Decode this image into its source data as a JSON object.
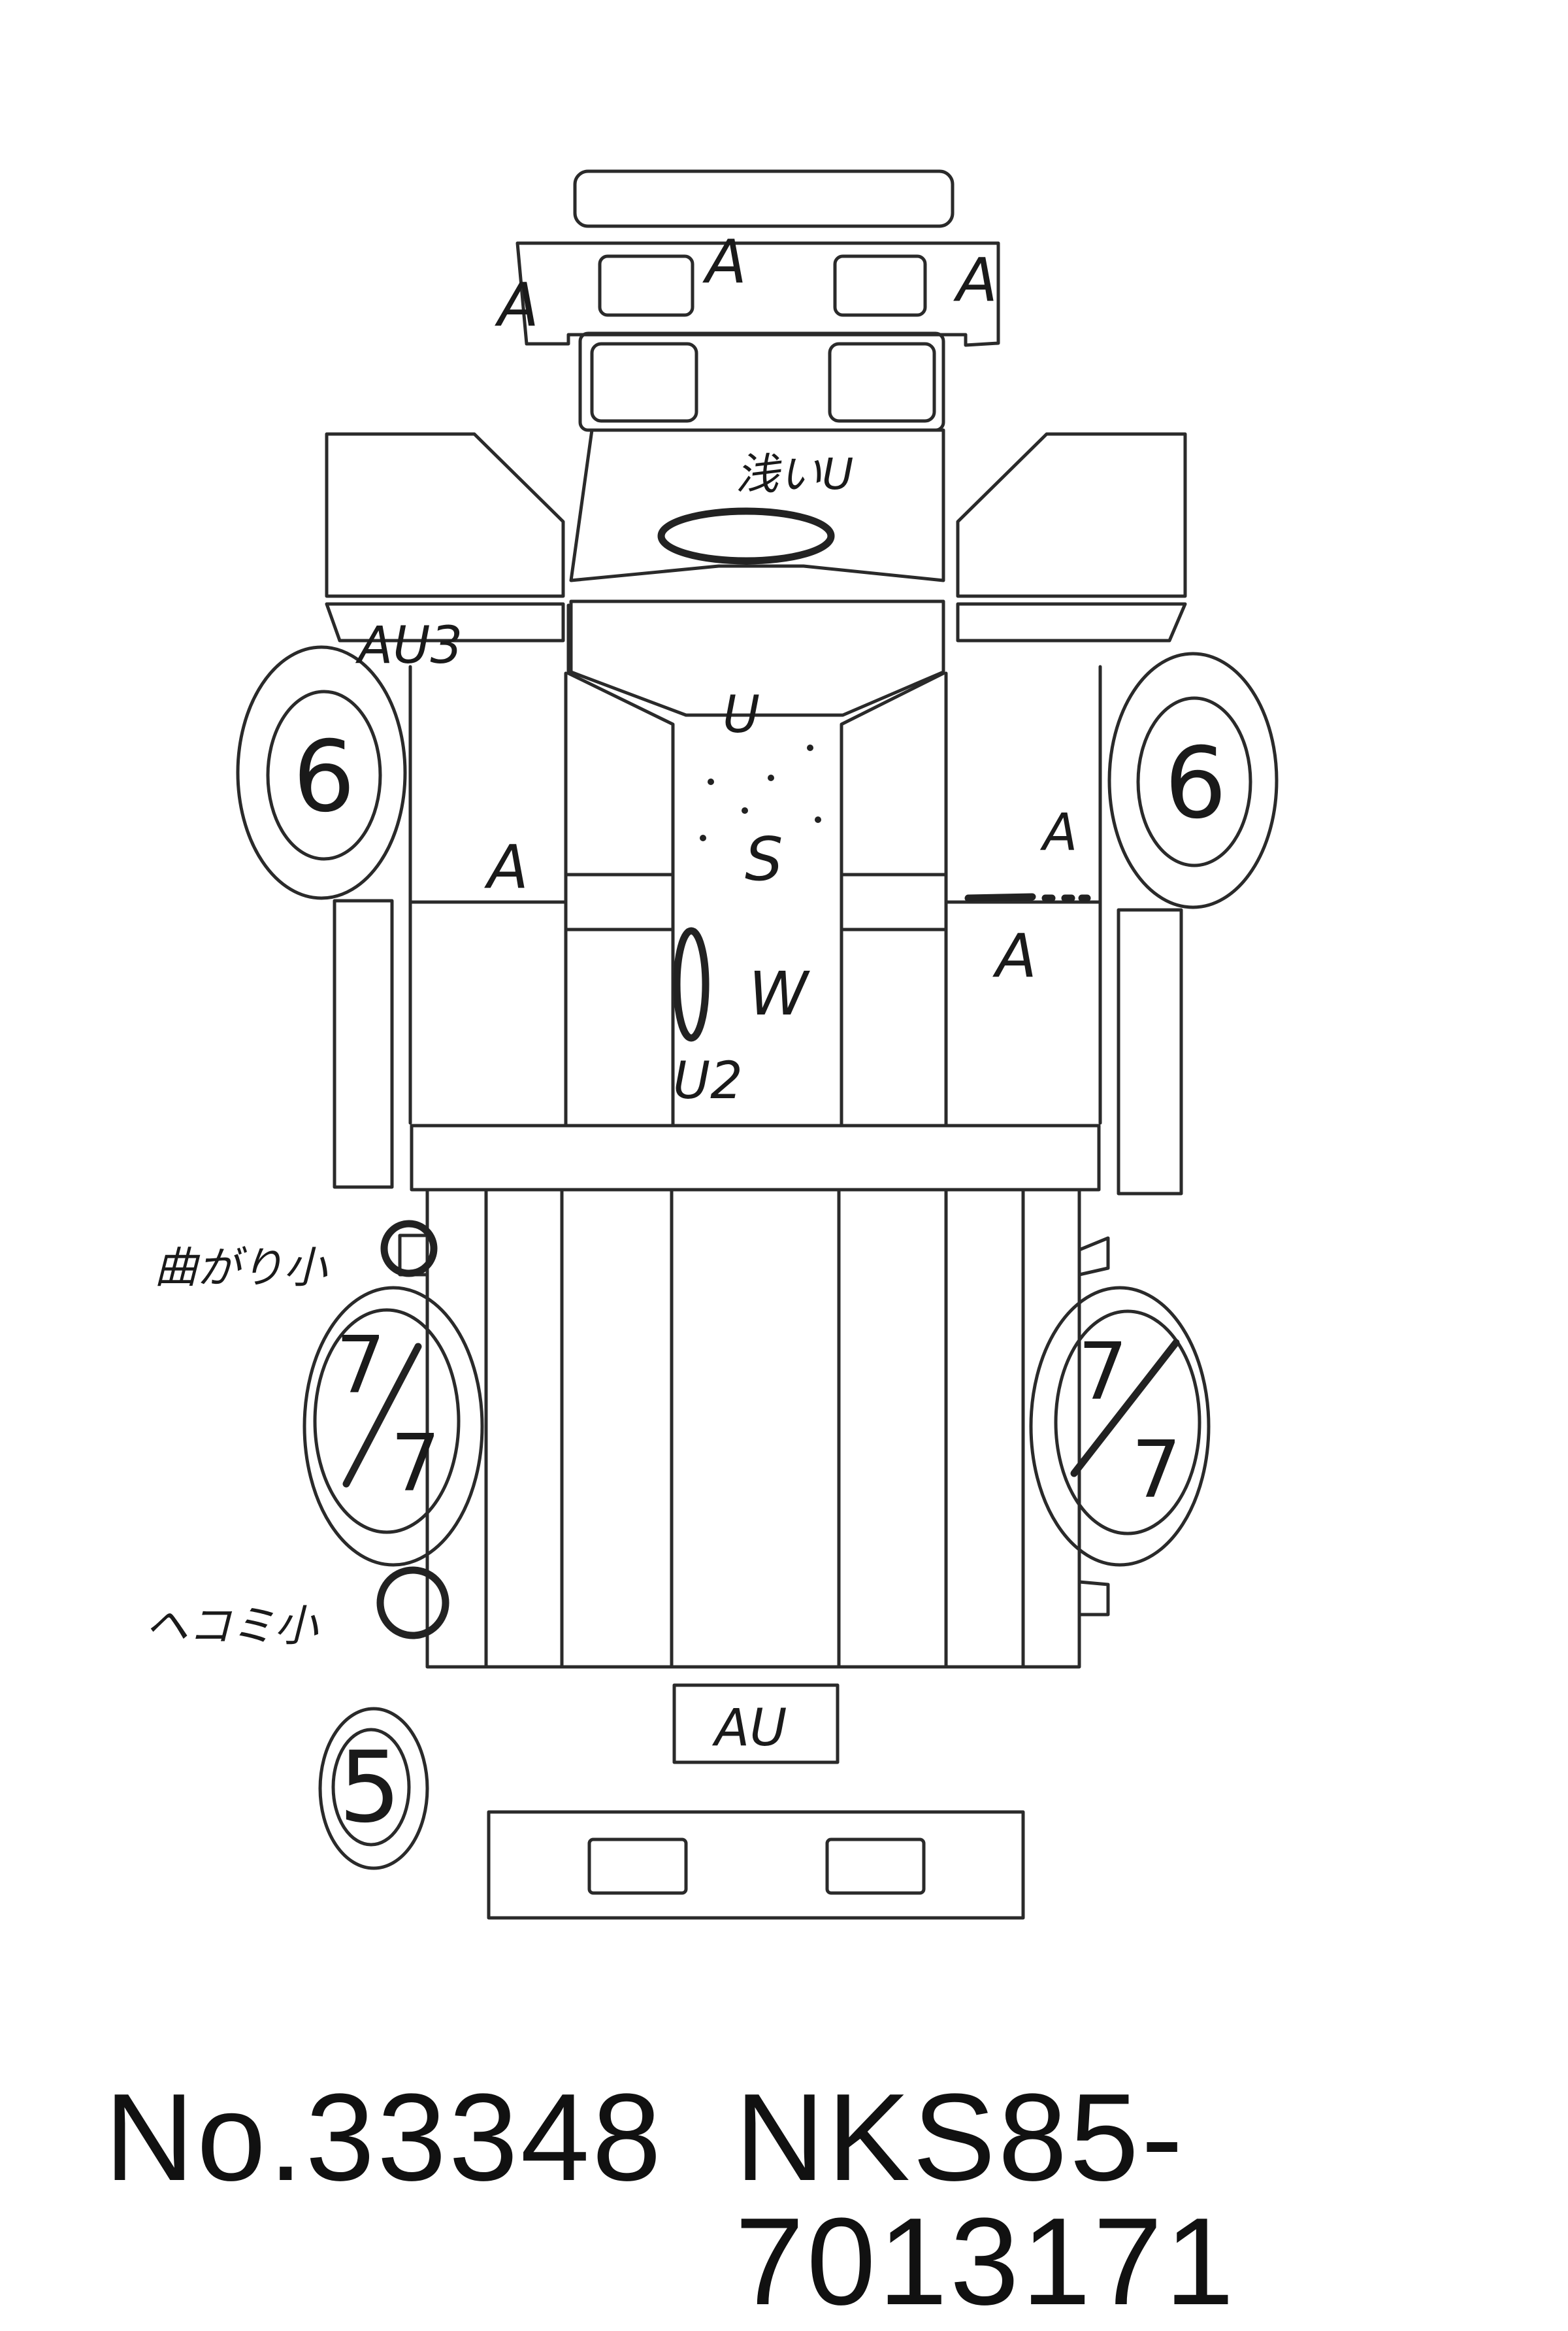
{
  "diagram": {
    "marks": {
      "front_bumper_left": "A",
      "front_bumper_center": "A",
      "front_bumper_right": "A",
      "windshield": "浅いU",
      "left_fender": "AU3",
      "left_door": "A",
      "right_door": "A",
      "right_lower": "A",
      "floor_u": "U",
      "floor_s": "S",
      "floor_w": "W",
      "floor_u2": "U2",
      "left_rear_note_1": "曲がり小",
      "left_rear_note_2": "ヘコミ小",
      "rear_panel": "AU"
    },
    "tires": {
      "front_left": "6",
      "front_right": "6",
      "rear_left_num": "7",
      "rear_left_den": "7",
      "rear_right_num": "7",
      "rear_right_den": "7",
      "spare": "5"
    }
  },
  "footer": {
    "number": "No.33348",
    "vin": "NKS85-7013171"
  }
}
